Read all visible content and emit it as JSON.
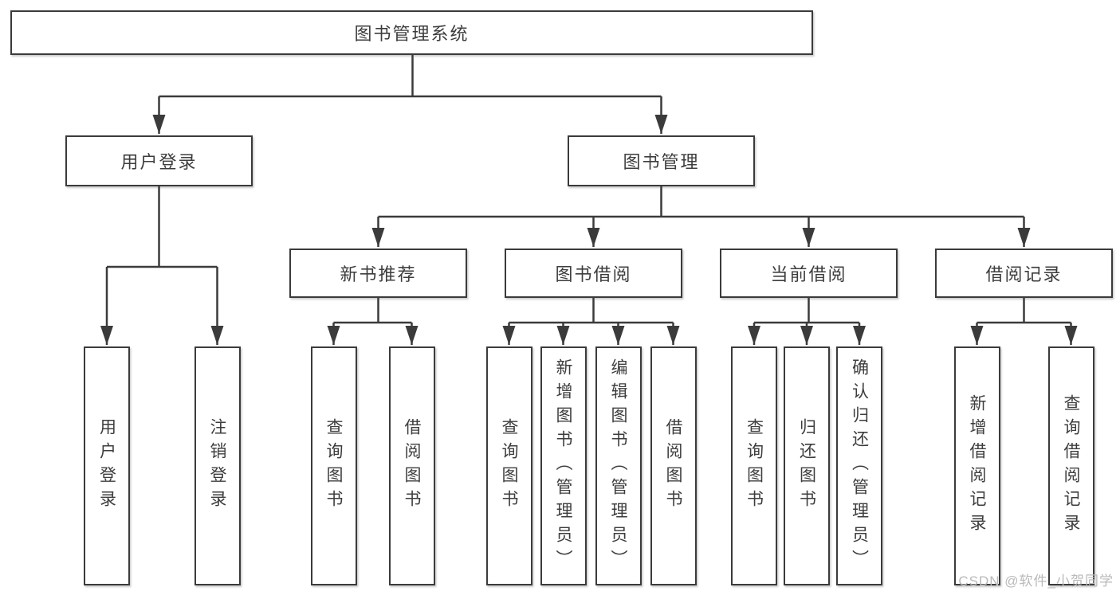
{
  "diagram": {
    "root": {
      "label": "图书管理系统"
    },
    "level2": [
      {
        "label": "用户登录"
      },
      {
        "label": "图书管理"
      }
    ],
    "level3": [
      {
        "label": "新书推荐"
      },
      {
        "label": "图书借阅"
      },
      {
        "label": "当前借阅"
      },
      {
        "label": "借阅记录"
      }
    ],
    "leaves": [
      {
        "label": "用户登录"
      },
      {
        "label": "注销登录"
      },
      {
        "label": "查询图书"
      },
      {
        "label": "借阅图书"
      },
      {
        "label": "查询图书"
      },
      {
        "label": "新增图书（管理员）"
      },
      {
        "label": "编辑图书（管理员）"
      },
      {
        "label": "借阅图书"
      },
      {
        "label": "查询图书"
      },
      {
        "label": "归还图书"
      },
      {
        "label": "确认归还（管理员）"
      },
      {
        "label": "新增借阅记录"
      },
      {
        "label": "查询借阅记录"
      }
    ]
  },
  "watermark": {
    "text": "CSDN @软件_小贺同学"
  },
  "colors": {
    "line": "#3b3b3b",
    "text": "#3d3d3d",
    "box_fill": "#ffffff",
    "background": "#ffffff",
    "watermark": "#b9b9b9"
  }
}
